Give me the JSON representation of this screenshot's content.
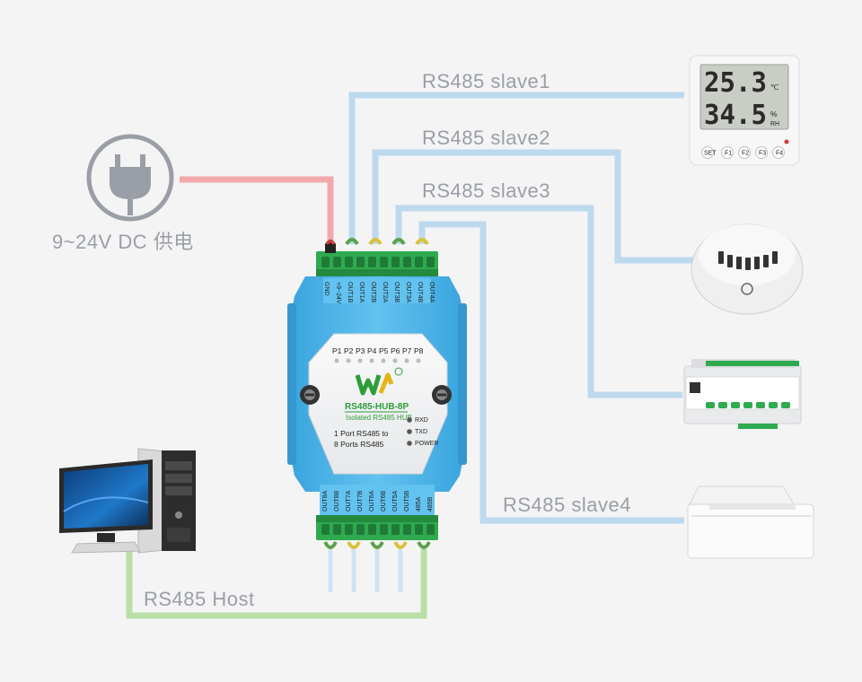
{
  "labels": {
    "power": "9~24V DC 供电",
    "slave1": "RS485 slave1",
    "slave2": "RS485 slave2",
    "slave3": "RS485 slave3",
    "slave4": "RS485 slave4",
    "host": "RS485 Host"
  },
  "device": {
    "model": "RS485-HUB-8P",
    "subtitle": "Isolated RS485 HUB",
    "description_line1": "1 Port RS485 to",
    "description_line2": "8 Ports RS485",
    "led_rxd": "RXD",
    "led_txd": "TXD",
    "led_power": "POWER",
    "port_leds": [
      "P1",
      "P2",
      "P3",
      "P4",
      "P5",
      "P6",
      "P7",
      "P8"
    ],
    "top_terminals": [
      "GND",
      "+9~24V",
      "OUT1B",
      "OUT1A",
      "OUT2B",
      "OUT2A",
      "OUT3B",
      "OUT3A",
      "OUT4B",
      "OUT4A"
    ],
    "bottom_terminals": [
      "OUT8A",
      "OUT8B",
      "OUT7A",
      "OUT7B",
      "OUT6A",
      "OUT6B",
      "OUT5A",
      "OUT5B",
      "485A",
      "485B"
    ]
  },
  "thermometer": {
    "temperature": "25.3",
    "temp_unit": "℃",
    "humidity": "34.5",
    "hum_unit": "%",
    "hum_unit2": "RH",
    "buttons": [
      "SET",
      "F1",
      "F2",
      "F3",
      "F4"
    ]
  },
  "colors": {
    "power_wire": "#f3a9ab",
    "slave_wire": "#bcd9ee",
    "host_wire": "#b9dfa7",
    "device_body": "#53b6ea",
    "terminal_green": "#2faa4f",
    "label_gray": "#9a9ea6"
  }
}
